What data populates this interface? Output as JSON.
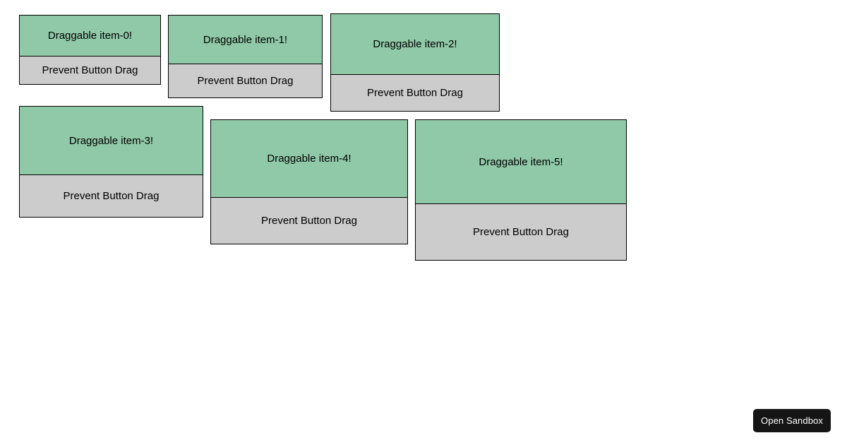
{
  "page": {
    "background_color": "#ffffff"
  },
  "colors": {
    "handle_green": "#90c9a8",
    "button_grey": "#cccccc",
    "border_black": "#000000",
    "sandbox_dark": "#151515",
    "sandbox_text": "#ffffff"
  },
  "cards": [
    {
      "handle_label": "Draggable item-0!",
      "button_label": "Prevent Button Drag"
    },
    {
      "handle_label": "Draggable item-1!",
      "button_label": "Prevent Button Drag"
    },
    {
      "handle_label": "Draggable item-2!",
      "button_label": "Prevent Button Drag"
    },
    {
      "handle_label": "Draggable item-3!",
      "button_label": "Prevent Button Drag"
    },
    {
      "handle_label": "Draggable item-4!",
      "button_label": "Prevent Button Drag"
    },
    {
      "handle_label": "Draggable item-5!",
      "button_label": "Prevent Button Drag"
    }
  ],
  "sandbox": {
    "label": "Open Sandbox"
  }
}
